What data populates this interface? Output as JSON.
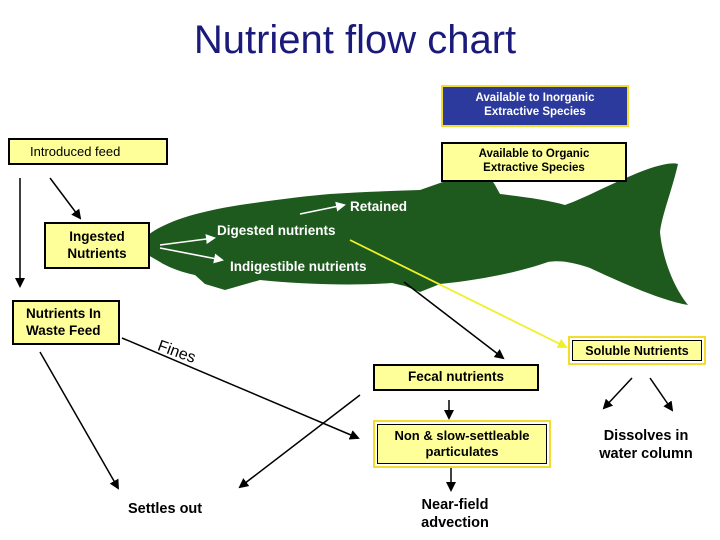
{
  "title": "Nutrient flow chart",
  "colors": {
    "title": "#1a1a7a",
    "fish": "#1e5a1e",
    "box_fill": "#ffff9a",
    "box_border_outer": "#f2dc2e",
    "inorganic_fill": "#2b3a9c",
    "soluble_line": "#f0f02a"
  },
  "legend": {
    "inorganic": "Available to Inorganic Extractive Species",
    "organic": "Available to Organic Extractive Species"
  },
  "boxes": {
    "introduced_feed": "Introduced feed",
    "ingested_nutrients": "Ingested Nutrients",
    "nutrients_in_waste_feed": "Nutrients In Waste Feed",
    "soluble_nutrients": "Soluble Nutrients",
    "fecal_nutrients": "Fecal nutrients",
    "non_slow_settleable": "Non & slow-settleable particulates"
  },
  "fish_labels": {
    "retained": "Retained",
    "digested": "Digested nutrients",
    "indigestible": "Indigestible nutrients"
  },
  "labels": {
    "fines": "Fines",
    "settles_out": "Settles out",
    "near_field": "Near-field advection",
    "dissolves": "Dissolves in water column"
  }
}
